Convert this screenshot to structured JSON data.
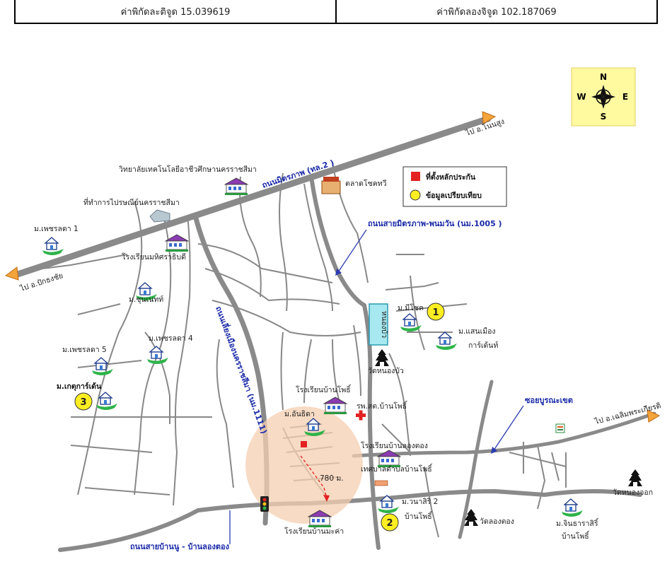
{
  "header": {
    "latitude_label": "ค่าพิกัดละติจูด 15.039619",
    "longitude_label": "ค่าพิกัดลองจิจูด 102.187069"
  },
  "compass": {
    "n": "N",
    "s": "S",
    "e": "E",
    "w": "W"
  },
  "legend": {
    "site": "ที่ตั้งหลักประกัน",
    "comparable": "ข้อมูลเปรียบเทียบ",
    "site_color": "#e32222",
    "comparable_color": "#ffee22"
  },
  "roads": {
    "mittraphap": "ถนนมิตรภาพ (ทล.2 )",
    "mittraphap_phanom": "ถนนสายมิตรภาพ-พนมวัน (นม.1005 )",
    "nakhon_ratchasima": "ถนนเลี่ยงเมืองนครราชสีมา (นม.1111)",
    "ban_nu": "ถนนสายบ้านนู - บ้านลองตอง",
    "soi_bun": "ซอยบูรณะเขต"
  },
  "directions": {
    "to_non_sung": "ไป อ.โนนสูง",
    "to_pak_thong": "ไป อ.ปักธงชัย",
    "to_chaloem": "ไป อ.เฉลิมพระเกียรติ"
  },
  "places": {
    "vittayalai": "วิทยาลัยเทคโนโลยีอาชีวศึกษานครราชสีมา",
    "talat": "ตลาดโชคทวี",
    "post": "ที่ทำการไปรษณีย์นครราชสีมา",
    "phet1": "ม.เพชรลดา 1",
    "rongrian_school": "โรงเรียนมหิศราธิบดี",
    "chunlanet": "ม.ชุนเนทท์",
    "phet4": "ม.เพชรลดา 4",
    "phet5": "ม.เพชรลดา 5",
    "kate": "ม.เกตุการ์เด้น",
    "michok": "ม.มีโชค",
    "nong_bua": "หนองบัว",
    "saen_mueang": "ม.แสนเมือง",
    "garden": "การ์เด้นท์",
    "wat_nong_bua": "วัดหนองบัว",
    "school_ban_pho": "โรงเรียนบ้านโพธิ์",
    "rpsth": "รพ.สต.บ้านโพธิ์",
    "anthida": "ม.อันธิดา",
    "school_long_tong": "โรงเรียนบ้านลองตอง",
    "tesaban": "เทศบาลตำบลบ้านโพธิ์",
    "distance": "780 ม.",
    "wannasiri": "ม.วนาสิริ 2",
    "ban_pho": "บ้านโพธิ์",
    "wat_long_tong": "วัดลองตอง",
    "school_nongkha": "โรงเรียนบ้านมะค่า",
    "chinthara": "ม.จินธาราสิริ์",
    "ban_pho2": "บ้านโพธิ์",
    "wat_nong_chok": "วัดหนองจอก"
  },
  "markers": {
    "m1": "1",
    "m2": "2",
    "m3": "3"
  }
}
